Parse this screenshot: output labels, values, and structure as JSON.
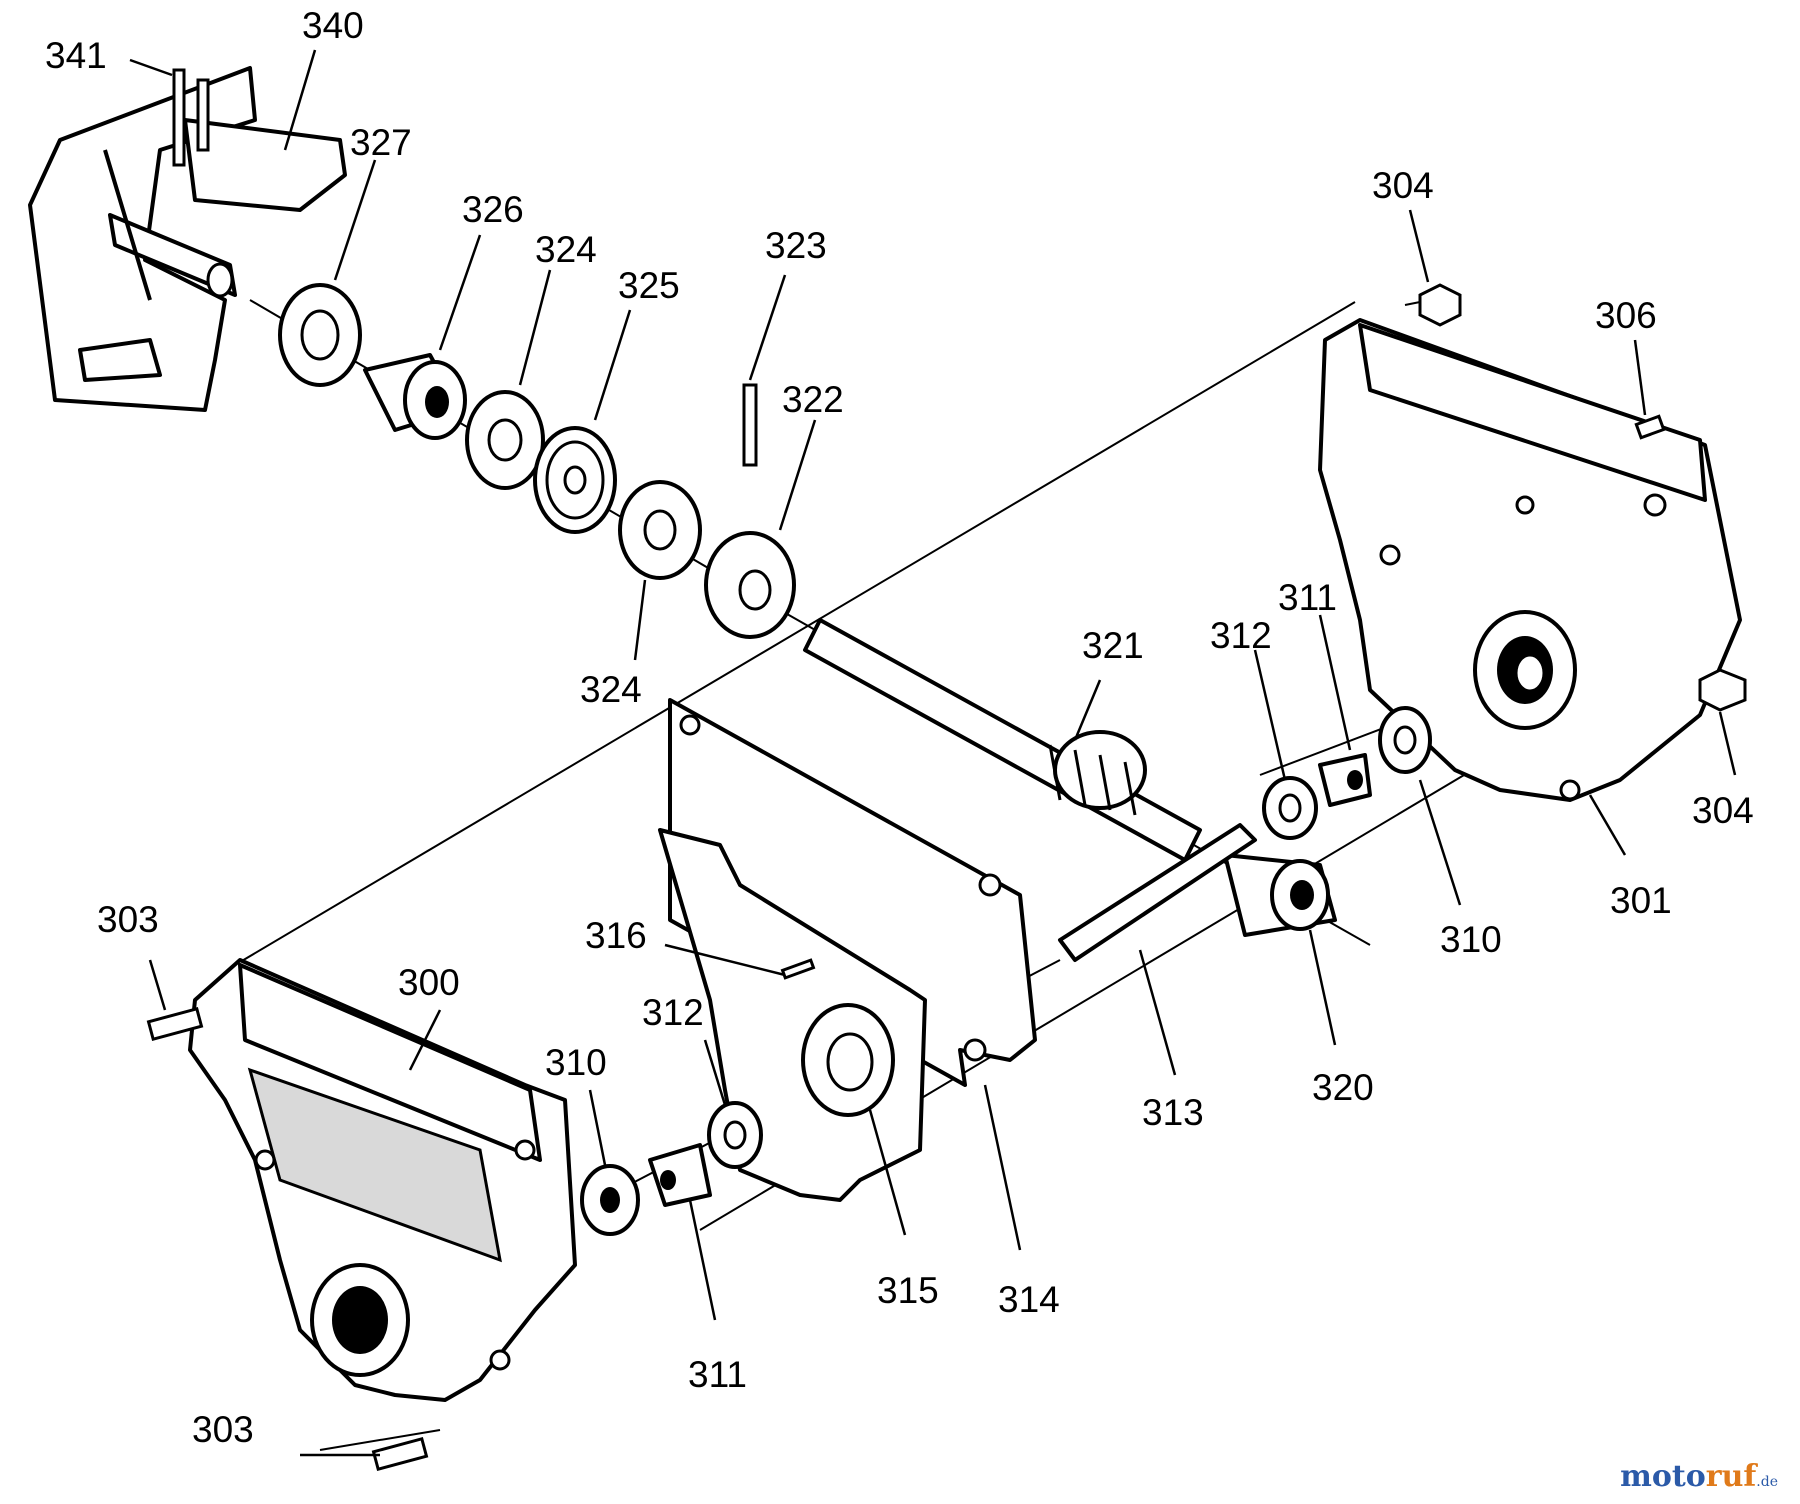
{
  "callouts": {
    "c341": "341",
    "c340": "340",
    "c327": "327",
    "c326": "326",
    "c324a": "324",
    "c325": "325",
    "c323": "323",
    "c322": "322",
    "c324b": "324",
    "c304a": "304",
    "c306": "306",
    "c321": "321",
    "c312a": "312",
    "c311a": "311",
    "c304b": "304",
    "c301": "301",
    "c310a": "310",
    "c320": "320",
    "c313": "313",
    "c303a": "303",
    "c300": "300",
    "c316": "316",
    "c312b": "312",
    "c310b": "310",
    "c315": "315",
    "c314": "314",
    "c311b": "311",
    "c303b": "303"
  },
  "watermark": {
    "part1": "moto",
    "part2": "ruf",
    "part3": ".de"
  }
}
